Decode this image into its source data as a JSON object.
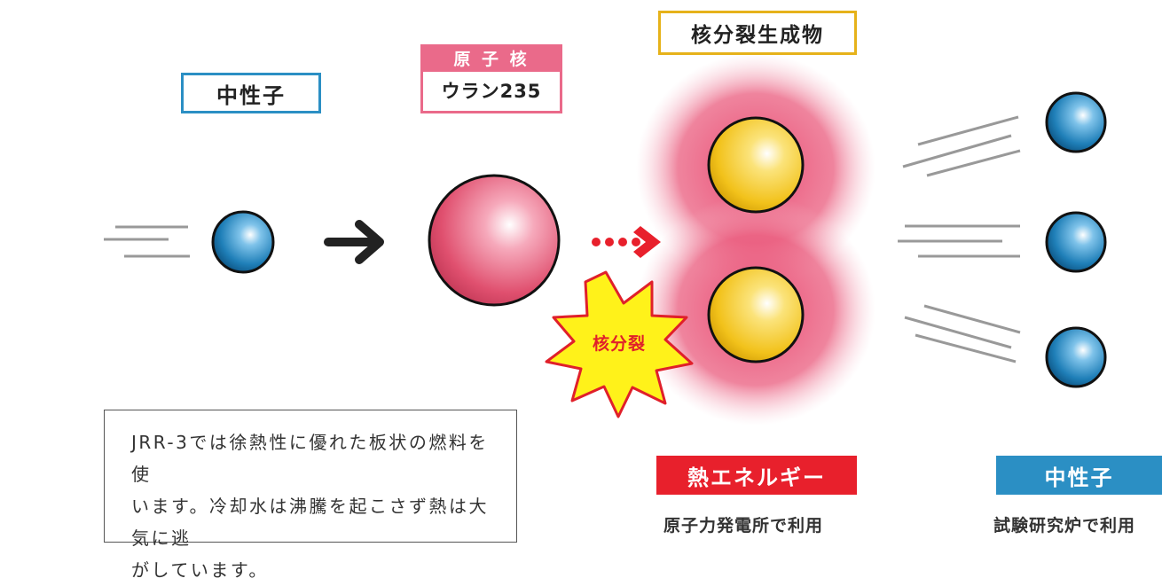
{
  "labels": {
    "neutron_in": "中性子",
    "nucleus_header": "原 子 核",
    "nucleus_name": "ウラン235",
    "fission_products": "核分裂生成物",
    "fission_burst": "核分裂",
    "heat_energy": "熱エネルギー",
    "heat_use": "原子力発電所で利用",
    "neutron_out": "中性子",
    "neutron_use": "試験研究炉で利用"
  },
  "note": "JRR-3では徐熱性に優れた板状の燃料を使\nいます。冷却水は沸騰を起こさず熱は大気に逃\nがしています。",
  "colors": {
    "neutron_blue": "#1f7fb8",
    "nucleus_pink": "#e0506f",
    "fission_yellow": "#f2c21b",
    "heat_red": "#e8202c",
    "neutron_tag": "#2b8fc4",
    "burst_yellow": "#fff21a",
    "burst_red": "#e0202a"
  },
  "icons": [
    "arrow-right-icon",
    "dotted-arrow-icon",
    "explosion-burst-icon",
    "motion-lines-icon"
  ]
}
